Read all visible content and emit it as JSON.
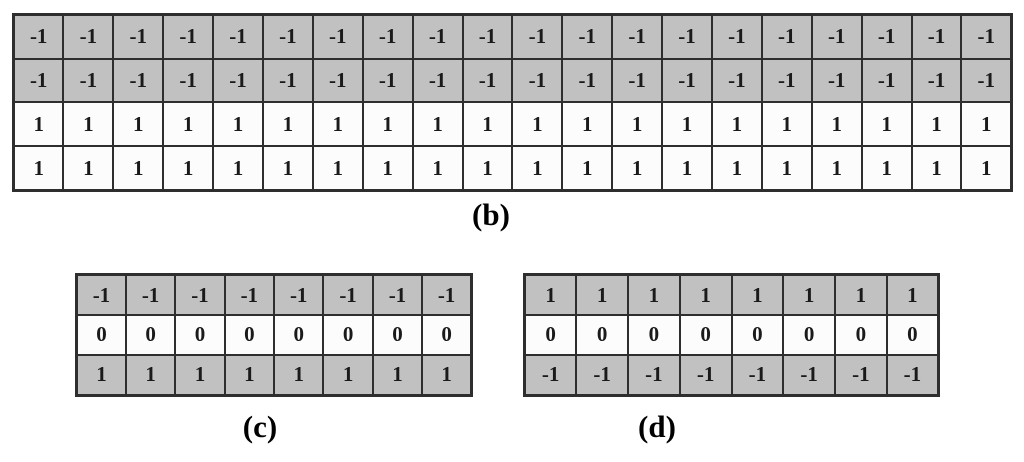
{
  "colors": {
    "cell_shaded": "#c1c1c1",
    "cell_plain": "#fcfcfc",
    "grid_border": "#2e2e2e",
    "cell_text": "#1a1a1a"
  },
  "panels": [
    {
      "id": "b",
      "label": "(b)",
      "columns": 20,
      "rows": [
        {
          "shaded": true,
          "values": [
            "-1",
            "-1",
            "-1",
            "-1",
            "-1",
            "-1",
            "-1",
            "-1",
            "-1",
            "-1",
            "-1",
            "-1",
            "-1",
            "-1",
            "-1",
            "-1",
            "-1",
            "-1",
            "-1",
            "-1"
          ]
        },
        {
          "shaded": true,
          "values": [
            "-1",
            "-1",
            "-1",
            "-1",
            "-1",
            "-1",
            "-1",
            "-1",
            "-1",
            "-1",
            "-1",
            "-1",
            "-1",
            "-1",
            "-1",
            "-1",
            "-1",
            "-1",
            "-1",
            "-1"
          ]
        },
        {
          "shaded": false,
          "values": [
            "1",
            "1",
            "1",
            "1",
            "1",
            "1",
            "1",
            "1",
            "1",
            "1",
            "1",
            "1",
            "1",
            "1",
            "1",
            "1",
            "1",
            "1",
            "1",
            "1"
          ]
        },
        {
          "shaded": false,
          "values": [
            "1",
            "1",
            "1",
            "1",
            "1",
            "1",
            "1",
            "1",
            "1",
            "1",
            "1",
            "1",
            "1",
            "1",
            "1",
            "1",
            "1",
            "1",
            "1",
            "1"
          ]
        }
      ]
    },
    {
      "id": "c",
      "label": "(c)",
      "columns": 8,
      "rows": [
        {
          "shaded": true,
          "values": [
            "-1",
            "-1",
            "-1",
            "-1",
            "-1",
            "-1",
            "-1",
            "-1"
          ]
        },
        {
          "shaded": false,
          "values": [
            "0",
            "0",
            "0",
            "0",
            "0",
            "0",
            "0",
            "0"
          ]
        },
        {
          "shaded": true,
          "values": [
            "1",
            "1",
            "1",
            "1",
            "1",
            "1",
            "1",
            "1"
          ]
        }
      ]
    },
    {
      "id": "d",
      "label": "(d)",
      "columns": 8,
      "rows": [
        {
          "shaded": true,
          "values": [
            "1",
            "1",
            "1",
            "1",
            "1",
            "1",
            "1",
            "1"
          ]
        },
        {
          "shaded": false,
          "values": [
            "0",
            "0",
            "0",
            "0",
            "0",
            "0",
            "0",
            "0"
          ]
        },
        {
          "shaded": true,
          "values": [
            "-1",
            "-1",
            "-1",
            "-1",
            "-1",
            "-1",
            "-1",
            "-1"
          ]
        }
      ]
    }
  ]
}
